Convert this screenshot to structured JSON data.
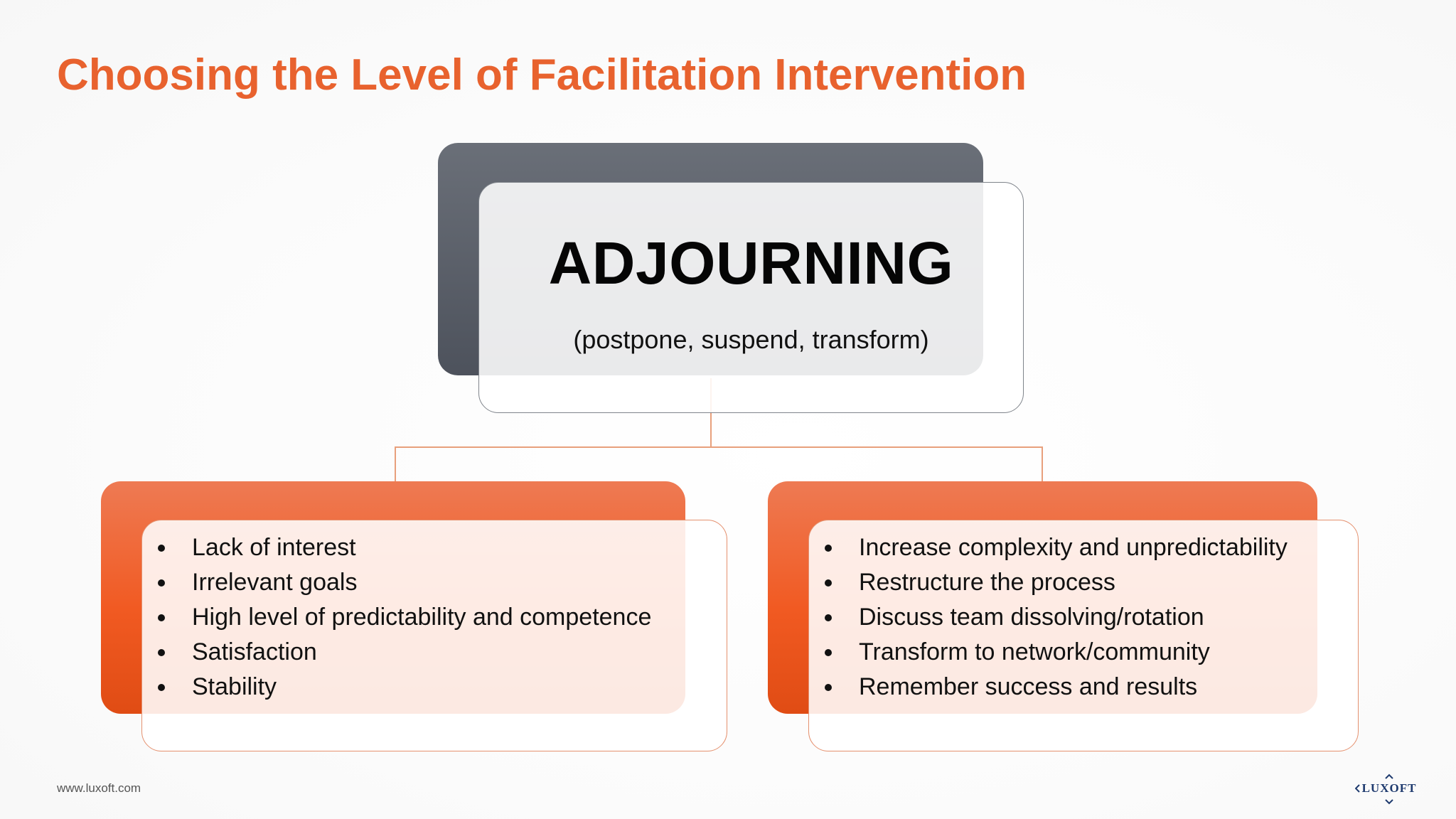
{
  "slide": {
    "title": "Choosing the Level of Facilitation Intervention"
  },
  "diagram": {
    "root": {
      "heading": "ADJOURNING",
      "subheading": "(postpone, suspend, transform)"
    },
    "left_node": {
      "items": [
        "Lack of interest",
        "Irrelevant goals",
        "High level of predictability and competence",
        "Satisfaction",
        "Stability"
      ]
    },
    "right_node": {
      "items": [
        "Increase complexity and unpredictability",
        "Restructure the process",
        "Discuss team dissolving/rotation",
        "Transform to network/community",
        "Remember success and results"
      ]
    }
  },
  "footer": {
    "url": "www.luxoft.com",
    "logo_text": "LUXOFT"
  },
  "colors": {
    "title": "#e8622e",
    "root_back": "#555a63",
    "node_back": "#f15a22",
    "connector": "#e8a07c",
    "logo": "#1e3a6e"
  }
}
